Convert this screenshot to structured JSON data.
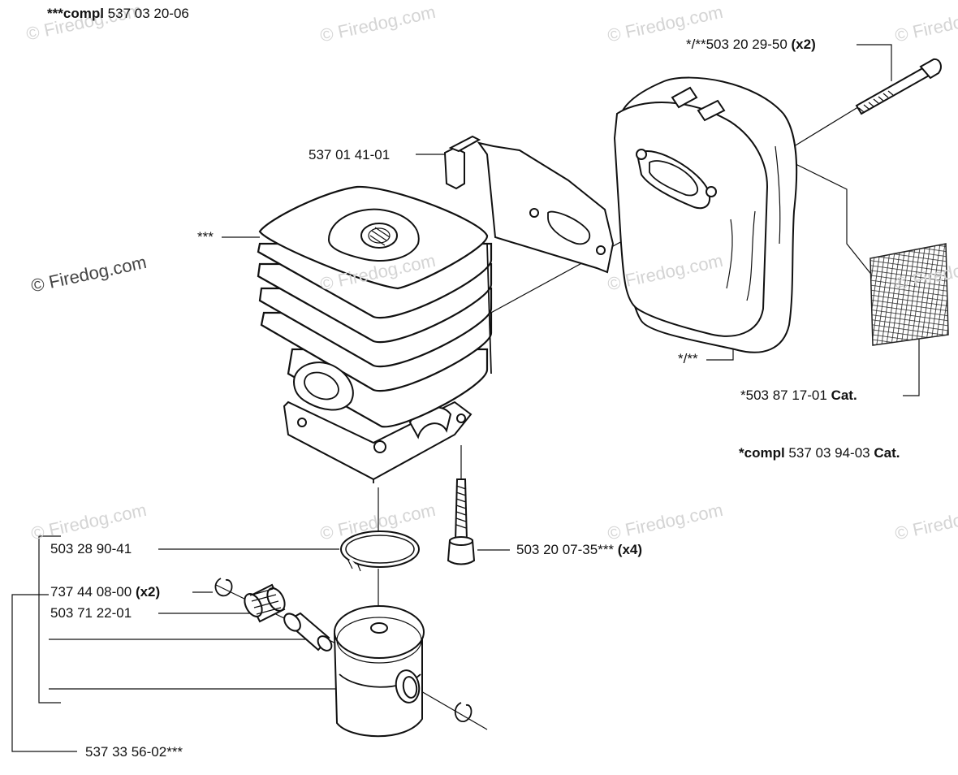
{
  "header": {
    "prefix": "***",
    "bold": "compl",
    "number": "537 03 20-06"
  },
  "labels": {
    "bolt_muffler": {
      "prefix": "*/**",
      "number": "503 20 29-50",
      "qty": "(x2)"
    },
    "bracket": {
      "number": "537 01 41-01"
    },
    "cylinder": {
      "text": "***"
    },
    "muffler": {
      "text": "*/**"
    },
    "screen": {
      "prefix": "*",
      "number": "503 87 17-01",
      "suffix": "Cat."
    },
    "muffler_compl": {
      "prefix": "*",
      "bold": "compl",
      "number": "537 03 94-03",
      "suffix": "Cat."
    },
    "piston_ring": {
      "number": "503 28 90-41"
    },
    "cyl_screw": {
      "number": "503 20 07-35***",
      "qty": "(x4)"
    },
    "circlip": {
      "number": "737 44 08-00",
      "qty": "(x2)"
    },
    "needle_bearing": {
      "number": "503 71 22-01"
    },
    "piston_kit": {
      "number": "537 33 56-02***"
    }
  },
  "watermark": {
    "text": "Firedog.com",
    "main": "© Firedog.com",
    "copyright": "©"
  },
  "icons": {
    "cylinder": "cylinder-icon",
    "muffler": "muffler-icon",
    "bracket": "bracket-gasket-icon",
    "bolt": "bolt-icon",
    "screw": "screw-icon",
    "ring": "piston-ring-icon",
    "piston": "piston-icon",
    "pin": "piston-pin-icon",
    "bearing": "needle-bearing-icon",
    "circlip": "circlip-icon",
    "screen": "spark-screen-icon"
  }
}
